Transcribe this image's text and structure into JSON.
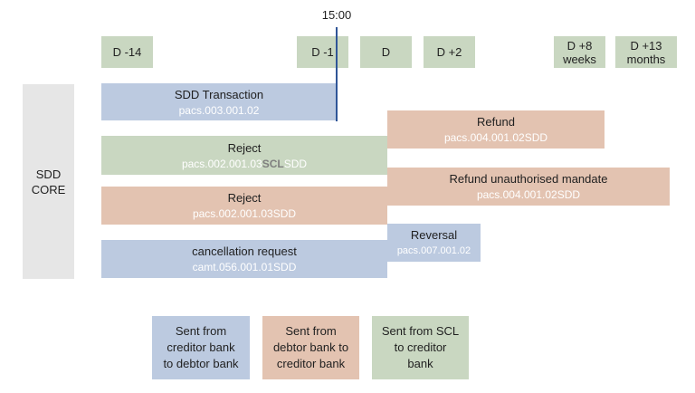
{
  "time_marker": "15:00",
  "days": [
    "D -14",
    "D -1",
    "D",
    "D +2",
    "D +8\nweeks",
    "D +13\nmonths"
  ],
  "scheme": "SDD\nCORE",
  "messages": {
    "sdd_transaction": {
      "title": "SDD Transaction",
      "code": "pacs.003.001.02"
    },
    "refund": {
      "title": "Refund",
      "code": "pacs.004.001.02SDD"
    },
    "reject_scl": {
      "title": "Reject",
      "code_prefix": "pacs.002.001.03",
      "code_highlight": "SCL",
      "code_suffix": "SDD"
    },
    "refund_unauth": {
      "title": "Refund unauthorised mandate",
      "code": "pacs.004.001.02SDD"
    },
    "reject_debtor": {
      "title": "Reject",
      "code": "pacs.002.001.03SDD"
    },
    "reversal": {
      "title": "Reversal",
      "code": "pacs.007.001.02"
    },
    "cancellation": {
      "title": "cancellation request",
      "code": "camt.056.001.01SDD"
    }
  },
  "legend": {
    "creditor_to_debtor": "Sent from\ncreditor bank\nto debtor bank",
    "debtor_to_creditor": "Sent from\ndebtor bank to\ncreditor bank",
    "scl_to_creditor": "Sent from SCL\nto creditor\nbank"
  },
  "colors": {
    "green": "#c9d7c1",
    "blue": "#bccae0",
    "orange": "#e3c3b1",
    "gray": "#e6e6e6",
    "time_line": "#2f5597"
  }
}
